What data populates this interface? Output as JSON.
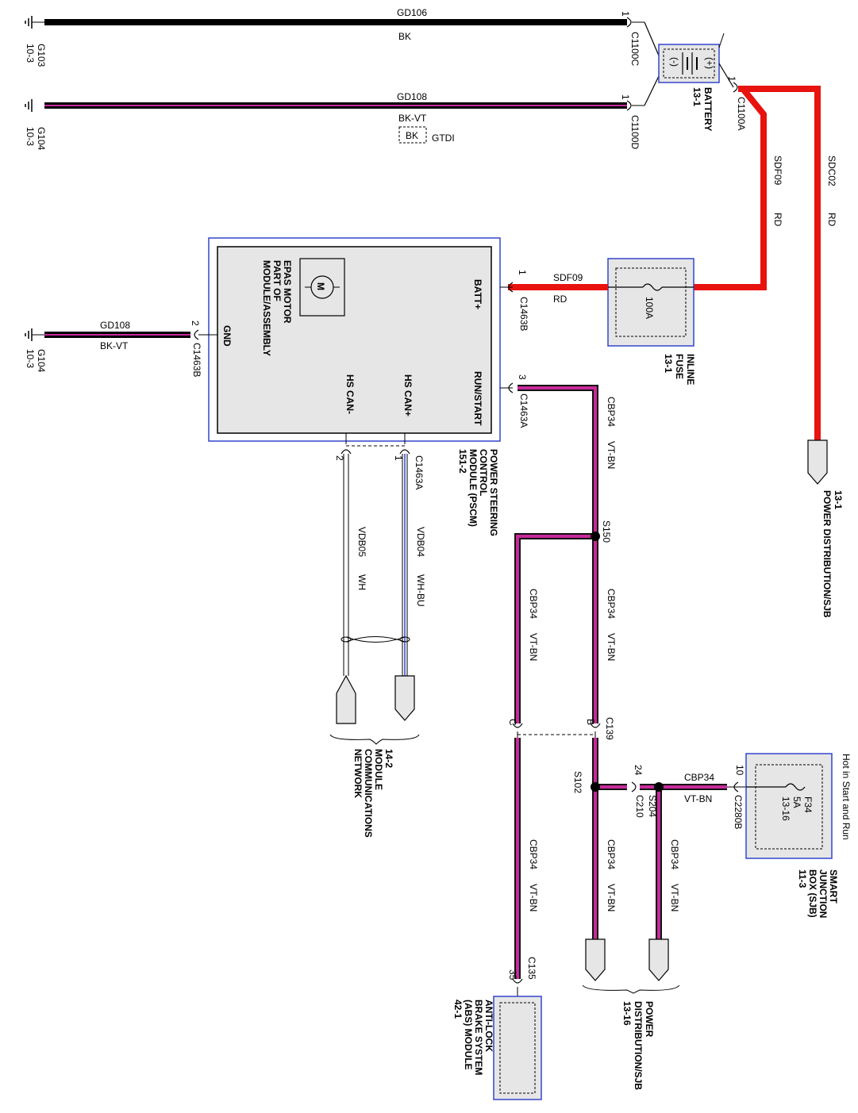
{
  "colors": {
    "red": "#e8120f",
    "violet": "#c62a9a",
    "black": "#000000",
    "box_border": "#3346cc",
    "box_fill": "#e6e6e6"
  },
  "grounds": {
    "g103": {
      "name": "G103",
      "ref": "10-3"
    },
    "g104_top": {
      "name": "G104",
      "ref": "10-3"
    },
    "g104_mid": {
      "name": "G104",
      "ref": "10-3"
    }
  },
  "wires": {
    "gd106": {
      "circuit": "GD106",
      "color": "BK"
    },
    "gd108_top": {
      "circuit": "GD108",
      "color": "BK-VT",
      "option_color": "BK",
      "option": "GTDI"
    },
    "gd108_mid": {
      "circuit": "GD108",
      "color": "BK-VT"
    },
    "sdf09_upper": {
      "circuit": "SDF09",
      "color": "RD"
    },
    "sdc02": {
      "circuit": "SDC02",
      "color": "RD"
    },
    "sdf09_lower": {
      "circuit": "SDF09",
      "color": "RD"
    },
    "cbp34_runstart": {
      "circuit": "CBP34",
      "color": "VT-BN"
    },
    "cbp34_branch": {
      "circuit": "CBP34",
      "color": "VT-BN"
    },
    "cbp34_s150_c139": {
      "circuit": "CBP34",
      "color": "VT-BN"
    },
    "cbp34_abs": {
      "circuit": "CBP34",
      "color": "VT-BN"
    },
    "cbp34_s102": {
      "circuit": "CBP34",
      "color": "VT-BN"
    },
    "cbp34_s204": {
      "circuit": "CBP34",
      "color": "VT-BN"
    },
    "cbp34_sjb": {
      "circuit": "CBP34",
      "color": "VT-BN"
    },
    "vdb04": {
      "circuit": "VDB04",
      "color": "WH-BU"
    },
    "vdb05": {
      "circuit": "VDB05",
      "color": "WH"
    }
  },
  "connectors": {
    "c1100c": {
      "id": "C1100C",
      "pin": "1"
    },
    "c1100d": {
      "id": "C1100D",
      "pin": "1"
    },
    "c1100a": {
      "id": "C1100A",
      "pin": "1"
    },
    "c1463b_batt": {
      "id": "C1463B",
      "pin": "1"
    },
    "c1463b_gnd": {
      "id": "C1463B",
      "pin": "2"
    },
    "c1463a_run": {
      "id": "C1463A",
      "pin": "3"
    },
    "c1463a_can": {
      "id": "C1463A",
      "pin_plus": "1",
      "pin_minus": "2"
    },
    "c139": {
      "id": "C139",
      "pin_b": "B",
      "pin_c": "C"
    },
    "c210": {
      "id": "C210",
      "pin": "24"
    },
    "c2280b": {
      "id": "C2280B",
      "pin": "10"
    },
    "c135": {
      "id": "C135",
      "pin": "35"
    }
  },
  "splices": {
    "s150": "S150",
    "s102": "S102",
    "s204": "S204"
  },
  "components": {
    "battery": {
      "name": "BATTERY",
      "ref": "13-1",
      "neg": "(-)",
      "pos": "(+)"
    },
    "inline_fuse": {
      "rating": "100A",
      "line1": "INLINE",
      "line2": "FUSE",
      "ref": "13-1"
    },
    "pscm": {
      "line1": "POWER STEERING",
      "line2": "CONTROL",
      "line3": "MODULE (PSCM)",
      "ref": "151-2",
      "batt": "BATT+",
      "gnd": "GND",
      "run_start": "RUN/START",
      "can_plus": "HS CAN+",
      "can_minus": "HS CAN-",
      "motor_symbol": "M",
      "motor_line1": "EPAS MOTOR",
      "motor_line2": "PART OF",
      "motor_line3": "MODULE/ASSEMBLY"
    },
    "sjb": {
      "line1": "SMART",
      "line2": "JUNCTION",
      "line3": "BOX (SJB)",
      "ref": "11-3",
      "hot": "Hot in Start and Run",
      "fuse": "F34",
      "fuse_rating": "5A",
      "fuse_ref": "13-16"
    },
    "abs": {
      "line1": "ANTI-LOCK",
      "line2": "BRAKE SYSTEM",
      "line3": "(ABS) MODULE",
      "ref": "42-1"
    },
    "pd_sjb_right": {
      "ref": "13-1",
      "label": "POWER DISTRIBUTION/SJB"
    },
    "pd_sjb_bottom": {
      "line1": "POWER",
      "line2": "DISTRIBUTION/SJB",
      "ref": "13-16"
    },
    "network": {
      "ref": "14-2",
      "line1": "MODULE",
      "line2": "COMMUNICATIONS",
      "line3": "NETWORK"
    }
  }
}
